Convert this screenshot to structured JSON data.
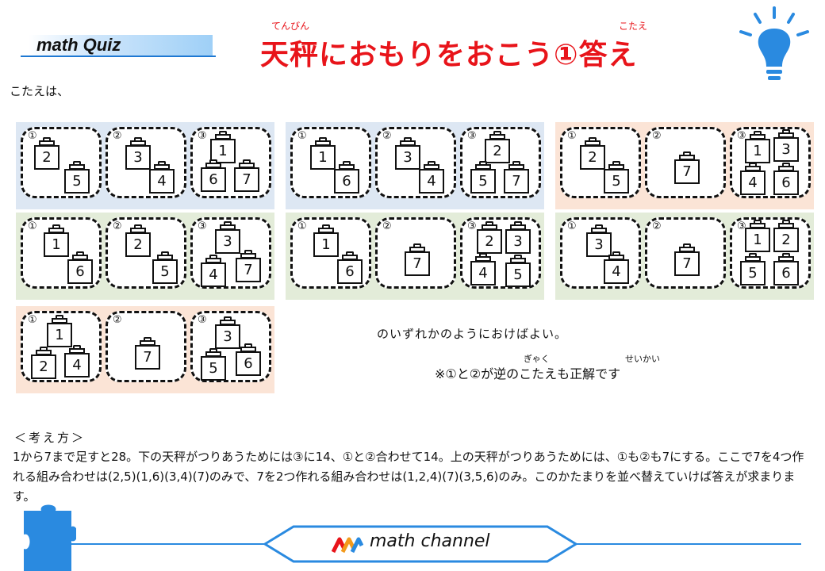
{
  "header": {
    "brand_label": "math Quiz",
    "title": "天秤におもりをおこう①答え",
    "ruby_tenbin": "てんびん",
    "ruby_kotae": "こたえ",
    "title_color": "#e8141a",
    "accent_color": "#1e78d2"
  },
  "intro": "こたえは、",
  "panels": [
    {
      "boxes": [
        {
          "num": "①",
          "weights": [
            "2",
            "5"
          ]
        },
        {
          "num": "②",
          "weights": [
            "3",
            "4"
          ]
        },
        {
          "num": "③",
          "weights": [
            "1",
            "6",
            "7"
          ]
        }
      ]
    },
    {
      "boxes": [
        {
          "num": "①",
          "weights": [
            "1",
            "6"
          ]
        },
        {
          "num": "②",
          "weights": [
            "3",
            "4"
          ]
        },
        {
          "num": "③",
          "weights": [
            "2",
            "5",
            "7"
          ]
        }
      ]
    },
    {
      "boxes": [
        {
          "num": "①",
          "weights": [
            "2",
            "5"
          ]
        },
        {
          "num": "②",
          "weights": [
            "7"
          ]
        },
        {
          "num": "③",
          "weights": [
            "1",
            "3",
            "4",
            "6"
          ]
        }
      ]
    },
    {
      "boxes": [
        {
          "num": "①",
          "weights": [
            "1",
            "6"
          ]
        },
        {
          "num": "②",
          "weights": [
            "2",
            "5"
          ]
        },
        {
          "num": "③",
          "weights": [
            "3",
            "4",
            "7"
          ]
        }
      ]
    },
    {
      "boxes": [
        {
          "num": "①",
          "weights": [
            "1",
            "6"
          ]
        },
        {
          "num": "②",
          "weights": [
            "7"
          ]
        },
        {
          "num": "③",
          "weights": [
            "2",
            "3",
            "4",
            "5"
          ]
        }
      ]
    },
    {
      "boxes": [
        {
          "num": "①",
          "weights": [
            "3",
            "4"
          ]
        },
        {
          "num": "②",
          "weights": [
            "7"
          ]
        },
        {
          "num": "③",
          "weights": [
            "1",
            "2",
            "5",
            "6"
          ]
        }
      ]
    },
    {
      "boxes": [
        {
          "num": "①",
          "weights": [
            "1",
            "2",
            "4"
          ]
        },
        {
          "num": "②",
          "weights": [
            "7"
          ]
        },
        {
          "num": "③",
          "weights": [
            "3",
            "5",
            "6"
          ]
        }
      ]
    }
  ],
  "caption": "のいずれかのようにおけばよい。",
  "note": {
    "text": "※①と②が逆のこたえも正解です",
    "ruby_gyaku": "ぎゃく",
    "ruby_seikai": "せいかい"
  },
  "explanation": {
    "heading": "＜考え方＞",
    "body": "1から7まで足すと28。下の天秤がつりあうためには③に14、①と②合わせて14。上の天秤がつりあうためには、①も②も7にする。ここで7を4つ作れる組み合わせは(2,5)(1,6)(3,4)(7)のみで、7を2つ作れる組み合わせは(1,2,4)(7)(3,5,6)のみ。このかたまりを並べ替えていけば答えが求まります。"
  },
  "footer": {
    "brand": "math channel",
    "puzzle_color": "#2a8ae0"
  }
}
